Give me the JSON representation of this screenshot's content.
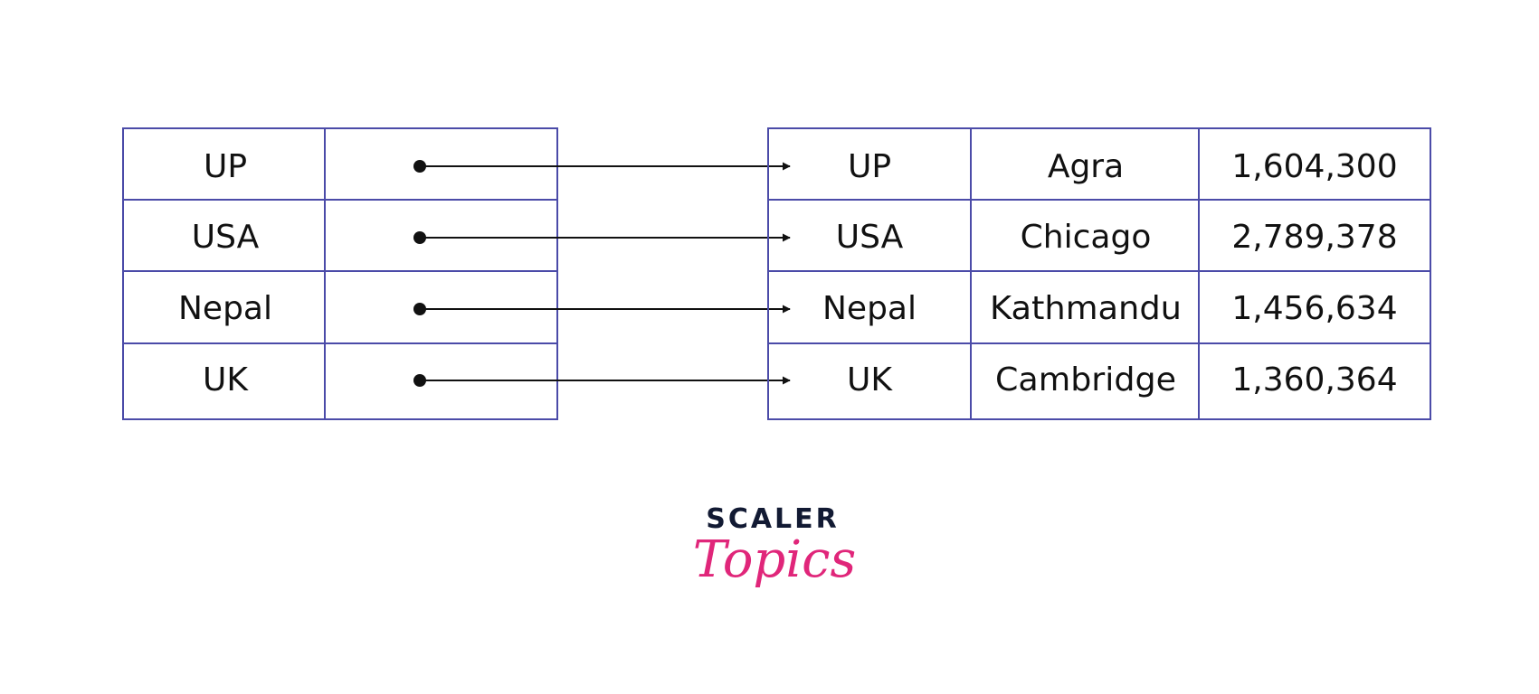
{
  "left_table": {
    "rows": [
      {
        "key": "UP"
      },
      {
        "key": "USA"
      },
      {
        "key": "Nepal"
      },
      {
        "key": "UK"
      }
    ]
  },
  "right_table": {
    "rows": [
      {
        "key": "UP",
        "city": "Agra",
        "population": "1,604,300"
      },
      {
        "key": "USA",
        "city": "Chicago",
        "population": "2,789,378"
      },
      {
        "key": "Nepal",
        "city": "Kathmandu",
        "population": "1,456,634"
      },
      {
        "key": "UK",
        "city": "Cambridge",
        "population": "1,360,364"
      }
    ]
  },
  "logo": {
    "top": "SCALER",
    "bottom": "Topics"
  },
  "colors": {
    "table_border": "#4b4ba8",
    "arrow": "#111111",
    "logo_top": "#121a33",
    "logo_bottom": "#e0267a"
  }
}
